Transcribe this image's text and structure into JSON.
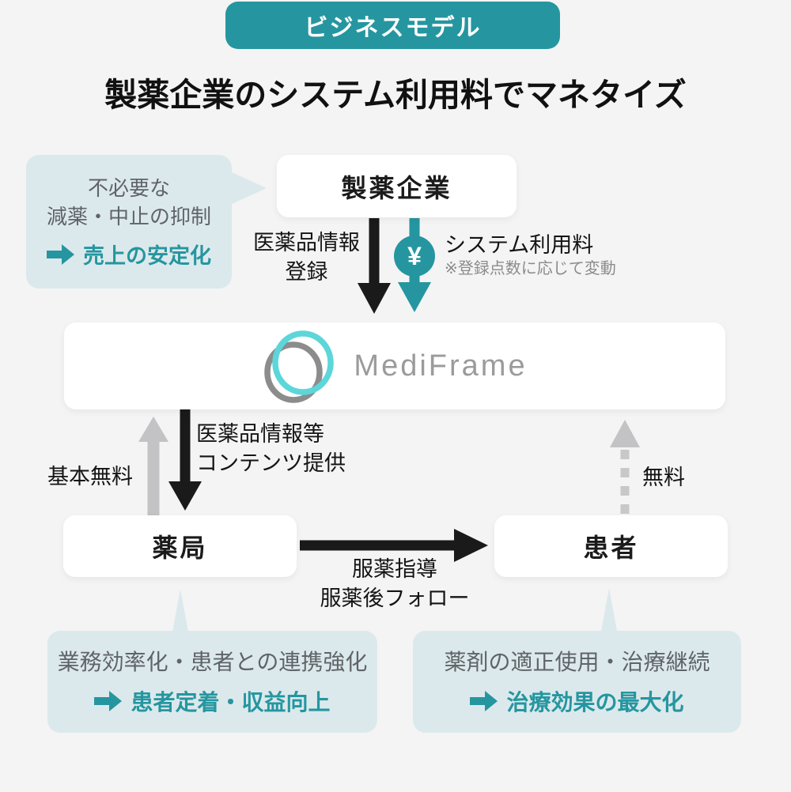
{
  "badge": {
    "label": "ビジネスモデル"
  },
  "title": "製薬企業のシステム利用料でマネタイズ",
  "nodes": {
    "pharma": "製薬企業",
    "platform": "MediFrame",
    "pharmacy": "薬局",
    "patient": "患者"
  },
  "flows": {
    "drug_info_registration": {
      "line1": "医薬品情報",
      "line2": "登録"
    },
    "system_fee": {
      "label": "システム利用料",
      "note": "※登録点数に応じて変動",
      "icon_char": "¥"
    },
    "basic_free": {
      "label": "基本無料"
    },
    "content_delivery": {
      "line1": "医薬品情報等",
      "line2": "コンテンツ提供"
    },
    "medication_guidance": {
      "line1": "服薬指導",
      "line2": "服薬後フォロー"
    },
    "free": {
      "label": "無料"
    }
  },
  "callouts": {
    "pharma_benefit": {
      "line1": "不必要な",
      "line2": "減薬・中止の抑制",
      "result": "売上の安定化"
    },
    "pharmacy_benefit": {
      "line1": "業務効率化・患者との連携強化",
      "result": "患者定着・収益向上"
    },
    "patient_benefit": {
      "line1": "薬剤の適正使用・治療継続",
      "result": "治療効果の最大化"
    }
  },
  "colors": {
    "teal": "#2596a0",
    "logo_teal": "#5cd6d9",
    "logo_gray": "#8c8c8c",
    "callout_bg": "#dce9ec",
    "page_bg": "#f4f4f5",
    "black_arrow": "#1a1a1a",
    "gray_arrow": "#c3c3c5"
  }
}
